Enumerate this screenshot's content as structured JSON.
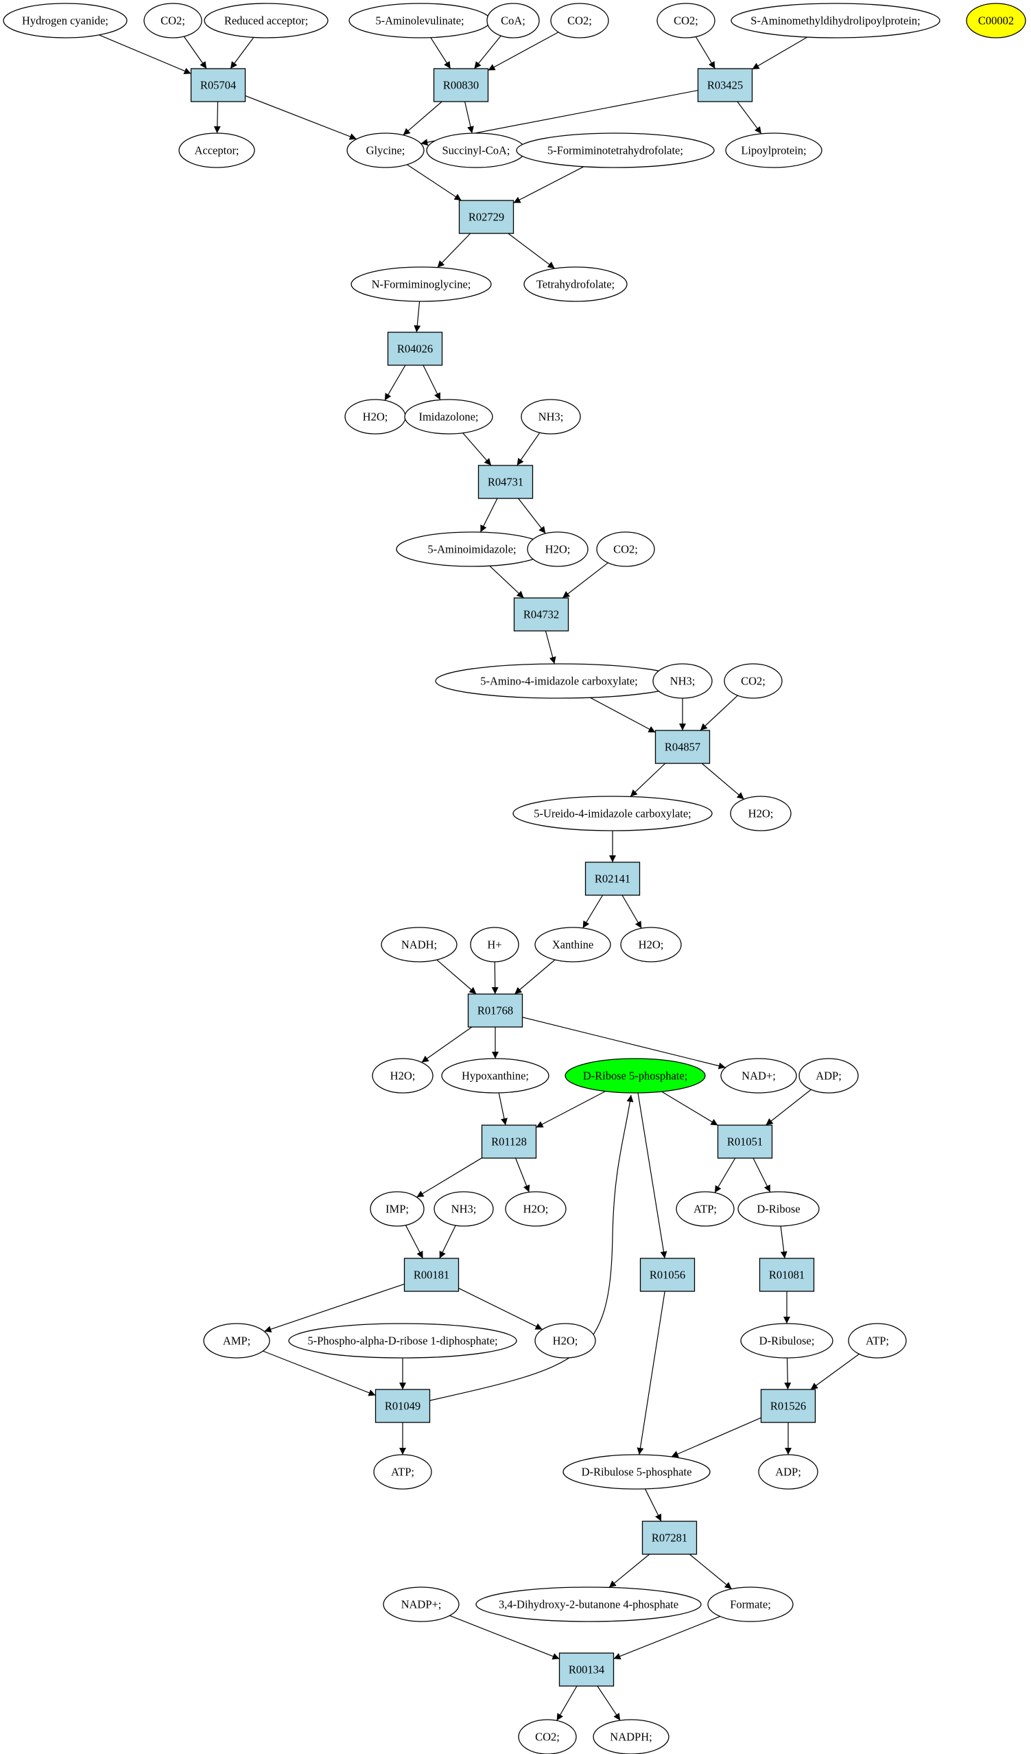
{
  "colors": {
    "reaction_fill": "#add8e6",
    "compound_fill": "#ffffff",
    "target_fill": "#00ff00",
    "legend_fill": "#ffff00",
    "stroke": "#000000"
  },
  "graph": {
    "legend": {
      "label": "C00002"
    },
    "reactions": {
      "R05704": "R05704",
      "R00830": "R00830",
      "R03425": "R03425",
      "R02729": "R02729",
      "R04026": "R04026",
      "R04731": "R04731",
      "R04732": "R04732",
      "R04857": "R04857",
      "R02141": "R02141",
      "R01768": "R01768",
      "R01128": "R01128",
      "R01051": "R01051",
      "R00181": "R00181",
      "R01056": "R01056",
      "R01081": "R01081",
      "R01049": "R01049",
      "R01526": "R01526",
      "R07281": "R07281",
      "R00134": "R00134"
    },
    "compounds": {
      "hcn": "Hydrogen cyanide;",
      "co2_a": "CO2;",
      "red_acc": "Reduced acceptor;",
      "ala": "5-Aminolevulinate;",
      "coa": "CoA;",
      "co2_b": "CO2;",
      "co2_c": "CO2;",
      "samdl": "S-Aminomethyldihydrolipoylprotein;",
      "acceptor": "Acceptor;",
      "glycine": "Glycine;",
      "succoa": "Succinyl-CoA;",
      "fthf": "5-Formiminotetrahydrofolate;",
      "lipo": "Lipoylprotein;",
      "nfg": "N-Formiminoglycine;",
      "thf": "Tetrahydrofolate;",
      "h2o_1": "H2O;",
      "imid": "Imidazolone;",
      "nh3_1": "NH3;",
      "aai": "5-Aminoimidazole;",
      "h2o_2": "H2O;",
      "co2_d": "CO2;",
      "aaic": "5-Amino-4-imidazole carboxylate;",
      "nh3_2": "NH3;",
      "co2_e": "CO2;",
      "uic": "5-Ureido-4-imidazole carboxylate;",
      "h2o_3": "H2O;",
      "nadh": "NADH;",
      "hplus": "H+",
      "xanth": "Xanthine",
      "h2o_4": "H2O;",
      "h2o_5": "H2O;",
      "hypox": "Hypoxanthine;",
      "r5p": "D-Ribose 5-phosphate;",
      "nad": "NAD+;",
      "adp_1": "ADP;",
      "imp": "IMP;",
      "nh3_3": "NH3;",
      "h2o_6": "H2O;",
      "atp_1": "ATP;",
      "drib": "D-Ribose",
      "amp": "AMP;",
      "prpp": "5-Phospho-alpha-D-ribose 1-diphosphate;",
      "h2o_7": "H2O;",
      "dribul": "D-Ribulose;",
      "atp_2": "ATP;",
      "atp_3": "ATP;",
      "ru5p": "D-Ribulose 5-phosphate",
      "adp_2": "ADP;",
      "dhbp": "3,4-Dihydroxy-2-butanone 4-phosphate",
      "formate": "Formate;",
      "nadp": "NADP+;",
      "co2_f": "CO2;",
      "nadph": "NADPH;"
    }
  }
}
